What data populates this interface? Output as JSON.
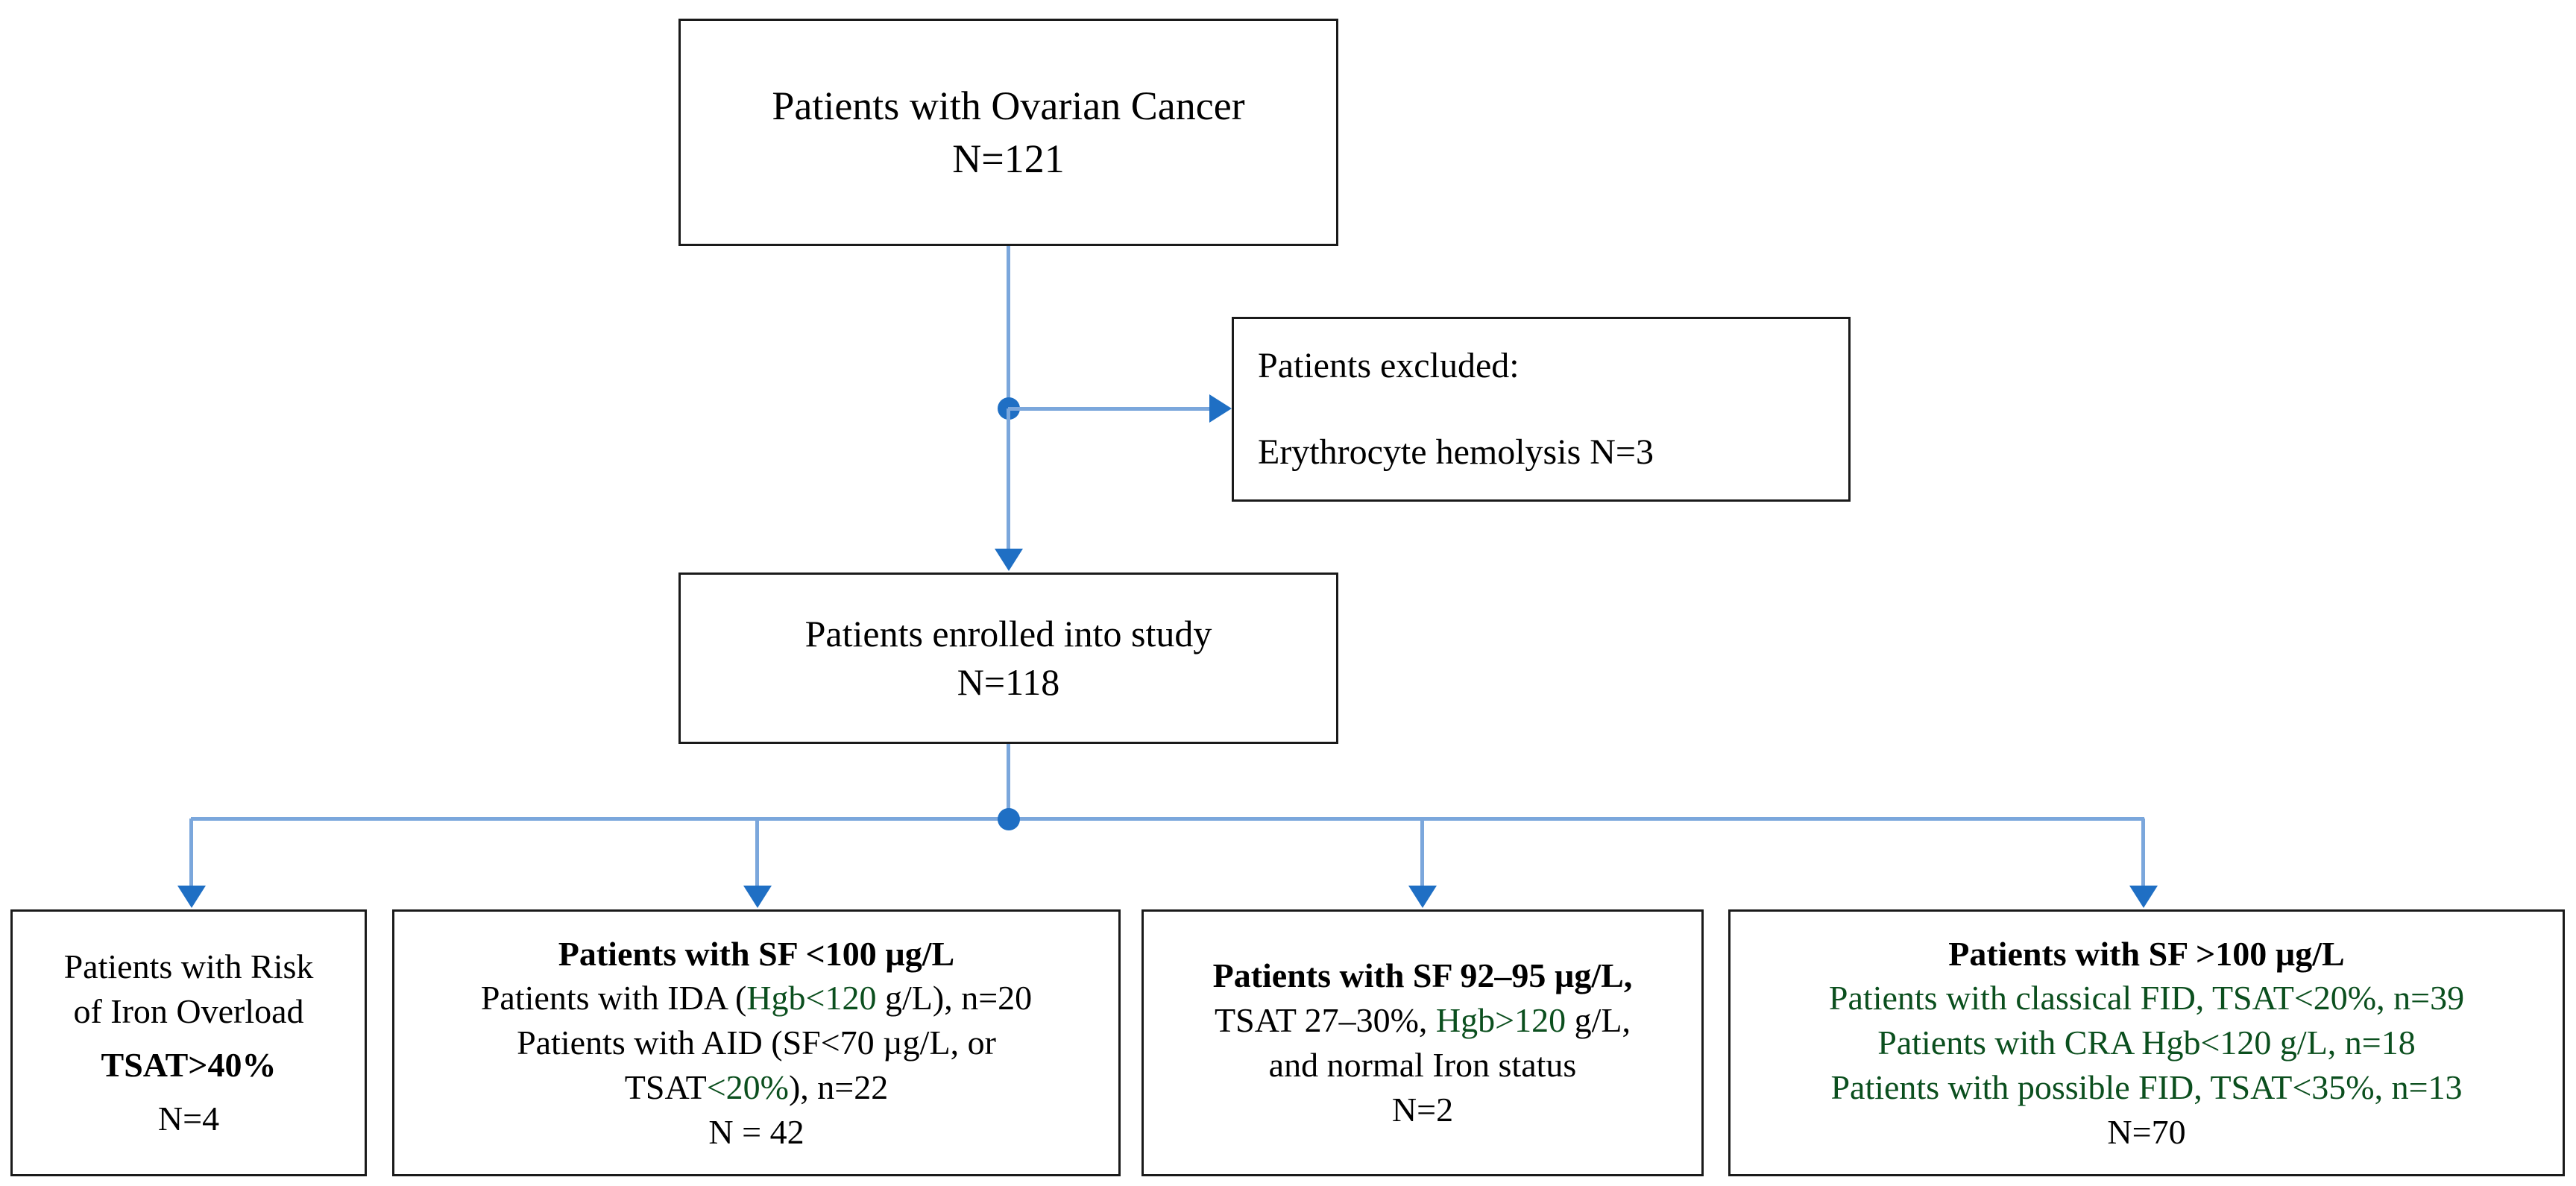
{
  "diagram": {
    "type": "flowchart",
    "title": "Patient selection and iron-status classification flow",
    "colors": {
      "box_border": "#1a1a1a",
      "connector_line": "#7BA7DC",
      "connector_marker": "#1F6FC4",
      "highlight_text": "#0B4F1E",
      "background": "#ffffff"
    }
  },
  "nodes": {
    "ovarian": {
      "name": "Patients with Ovarian Cancer",
      "lines": [
        {
          "text": "Patients with Ovarian Cancer",
          "bold": false,
          "green": false
        },
        {
          "text": "N=121",
          "bold": false,
          "green": false
        }
      ],
      "count_label": "N=121",
      "count": 121
    },
    "excluded": {
      "name": "Patients excluded",
      "lines": [
        {
          "text": "Patients excluded:",
          "bold": false,
          "green": false
        },
        {
          "text": "Erythrocyte hemolysis N=3",
          "bold": false,
          "green": false
        }
      ],
      "count_label": "N=3",
      "count": 3
    },
    "enrolled": {
      "name": "Patients enrolled into study",
      "lines": [
        {
          "text": "Patients enrolled into study",
          "bold": false,
          "green": false
        },
        {
          "text": "N=118",
          "bold": false,
          "green": false
        }
      ],
      "count_label": "N=118",
      "count": 118
    },
    "risk_iron_overload": {
      "name": "Patients with Risk of Iron Overload",
      "line1": "Patients with Risk",
      "line2": "of Iron Overload",
      "line3": "TSAT>40%",
      "line4": "N=4",
      "count": 4
    },
    "sf_under_100": {
      "name": "Patients with SF <100 µg/L",
      "header": "Patients with SF <100 µg/L",
      "row_ida_pre": "Patients with IDA (",
      "row_ida_green": "Hgb<120",
      "row_ida_post": " g/L), n=20",
      "row_aid_line1": "Patients with AID (SF<70 µg/L, or",
      "row_aid_line2_pre": "TSAT",
      "row_aid_line2_green": "<20%",
      "row_aid_line2_post": "), n=22",
      "total": "N = 42",
      "subcounts": {
        "ida": 20,
        "aid": 22
      },
      "count": 42
    },
    "sf_92_95": {
      "name": "Patients with SF 92–95 µg/L",
      "header": "Patients with SF 92–95 µg/L,",
      "row2_pre": "TSAT 27–30%, ",
      "row2_green": "Hgb>120",
      "row2_post": " g/L,",
      "row3": "and normal Iron status",
      "total": "N=2",
      "count": 2
    },
    "sf_over_100": {
      "name": "Patients with SF >100 µg/L",
      "header": "Patients with SF >100 µg/L",
      "row_classical_fid": "Patients with classical FID, TSAT<20%, n=39",
      "row_cra": "Patients with CRA Hgb<120 g/L, n=18",
      "row_possible_fid": "Patients with possible FID, TSAT<35%, n=13",
      "total": "N=70",
      "subcounts": {
        "classical_fid": 39,
        "cra": 18,
        "possible_fid": 13
      },
      "count": 70
    }
  }
}
